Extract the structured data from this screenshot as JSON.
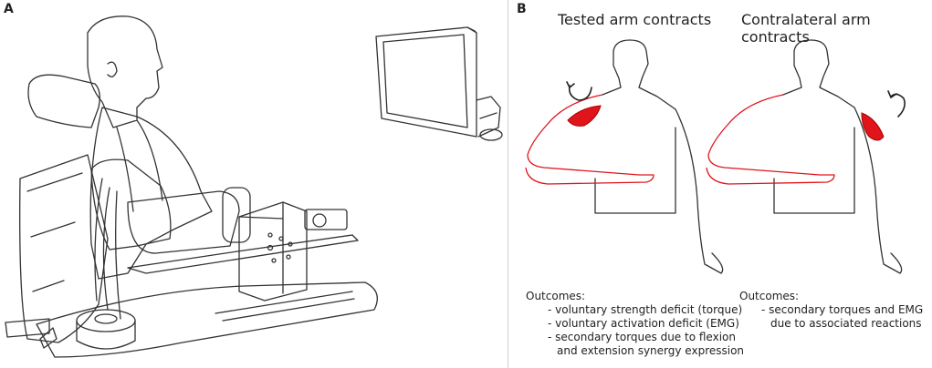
{
  "panel_a": {
    "label": "A"
  },
  "panel_b": {
    "label": "B",
    "left": {
      "heading": "Tested arm contracts",
      "outcomes_title": "Outcomes:",
      "outcomes": [
        "- voluntary strength deficit (torque)",
        "- voluntary activation deficit (EMG)",
        "- secondary torques due to flexion",
        "and extension synergy expression"
      ]
    },
    "right": {
      "heading": "Contralateral arm contracts",
      "outcomes_title": "Outcomes:",
      "outcomes": [
        "- secondary torques and EMG",
        "due to associated reactions"
      ]
    }
  },
  "colors": {
    "muscle_red": "#e0141b",
    "arm_outline_red": "#e0141b",
    "line": "#333333"
  }
}
